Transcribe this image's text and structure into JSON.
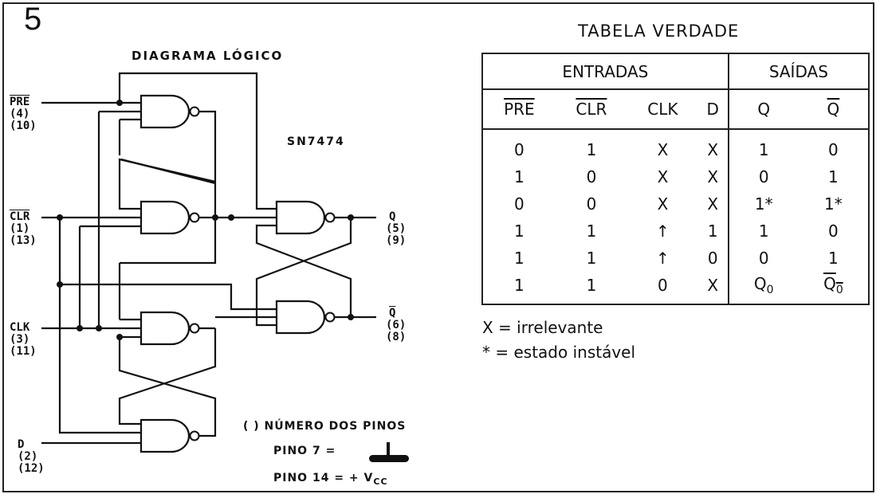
{
  "figure_number": "5",
  "diagram": {
    "title": "DIAGRAMA  LÓGICO",
    "part_number": "SN7474",
    "pins": {
      "pre": {
        "name": "PRE",
        "pin_a": "(4)",
        "pin_b": "(10)"
      },
      "clr": {
        "name": "CLR",
        "pin_a": "(1)",
        "pin_b": "(13)"
      },
      "clk": {
        "name": "CLK",
        "pin_a": "(3)",
        "pin_b": "(11)"
      },
      "d": {
        "name": "D",
        "pin_a": "(2)",
        "pin_b": "(12)"
      },
      "q": {
        "name": "Q",
        "pin_a": "(5)",
        "pin_b": "(9)"
      },
      "qbar": {
        "name": "Q",
        "pin_a": "(6)",
        "pin_b": "(8)"
      }
    },
    "notes": {
      "pin_numbers": "(   ) NÚMERO DOS PINOS",
      "pin7": "PINO 7  =",
      "pin14": "PINO 14  =  + V",
      "vcc_sub": "CC"
    }
  },
  "truth_table": {
    "title": "TABELA VERDADE",
    "group_inputs": "ENTRADAS",
    "group_outputs": "SAÍDAS",
    "columns": [
      "PRE",
      "CLR",
      "CLK",
      "D",
      "Q",
      "Q"
    ],
    "rows": [
      [
        "0",
        "1",
        "X",
        "X",
        "1",
        "0"
      ],
      [
        "1",
        "0",
        "X",
        "X",
        "0",
        "1"
      ],
      [
        "0",
        "0",
        "X",
        "X",
        "1*",
        "1*"
      ],
      [
        "1",
        "1",
        "↑",
        "1",
        "1",
        "0"
      ],
      [
        "1",
        "1",
        "↑",
        "0",
        "0",
        "1"
      ],
      [
        "1",
        "1",
        "0",
        "X",
        "Q",
        "Q"
      ]
    ],
    "last_row_subscripts": [
      "0",
      "0"
    ],
    "legend": [
      "X = irrelevante",
      "* = estado instável"
    ]
  }
}
